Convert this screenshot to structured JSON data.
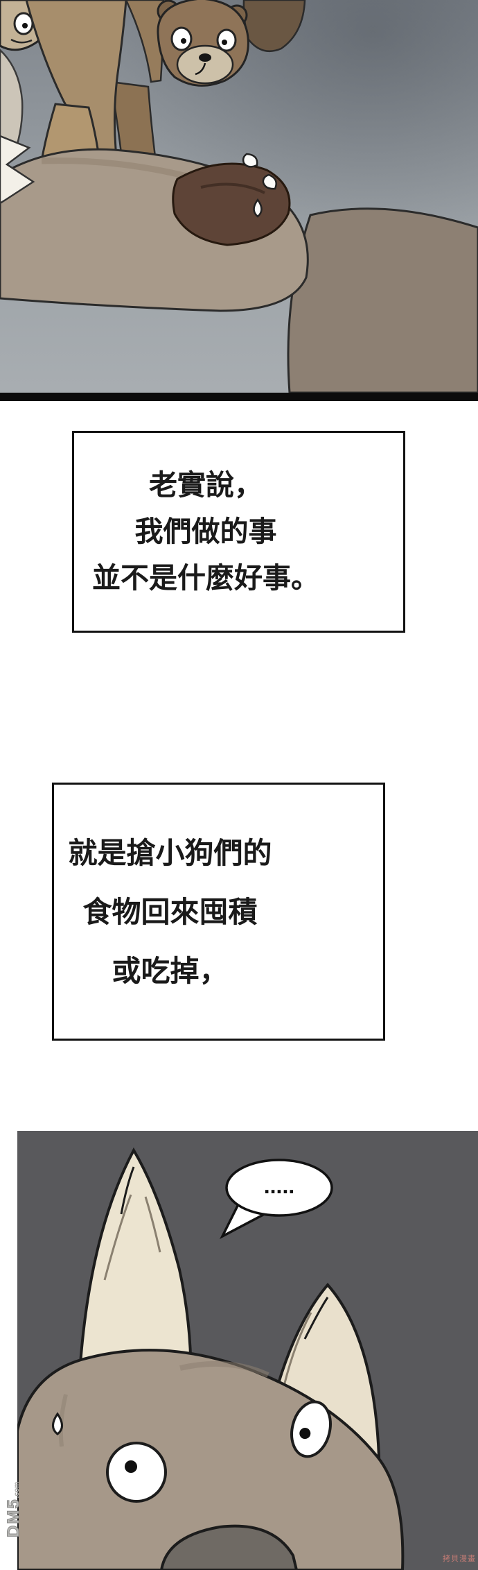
{
  "page": {
    "background": "#ffffff"
  },
  "top_panel": {
    "bg_top": "#80868d",
    "bg_bottom": "#a9aeb2",
    "border_bottom_color": "#0c0c0c"
  },
  "dialogs": [
    {
      "lines": [
        "老實說，",
        "我們做的事",
        "並不是什麼好事。"
      ]
    },
    {
      "lines": [
        "就是搶小狗們的",
        "食物回來囤積",
        "或吃掉，"
      ]
    }
  ],
  "bottom_panel": {
    "bg": "#59595c",
    "speech_bubble_text": "....."
  },
  "watermarks": {
    "site_logo": "DM5",
    "site_suffix": ".com",
    "corner_text": "拷貝漫畫"
  },
  "colors": {
    "dialog_border": "#121212",
    "dialog_text": "#1a1a1a"
  }
}
